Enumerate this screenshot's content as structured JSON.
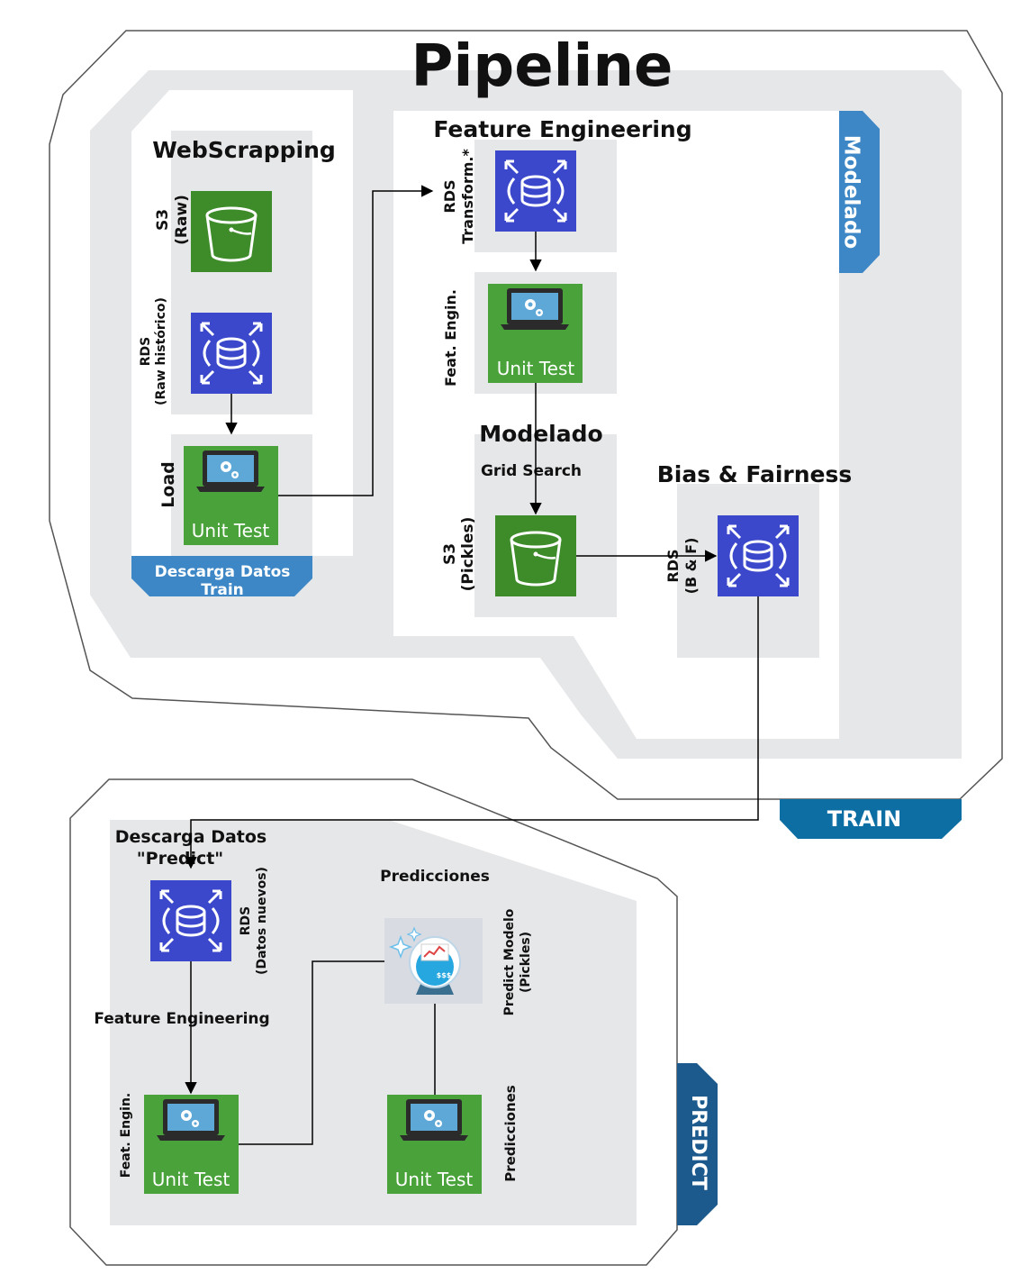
{
  "title": "Pipeline",
  "train": {
    "badge": "TRAIN",
    "modelado_tab": "Modelado",
    "descarga_tab_line1": "Descarga Datos",
    "descarga_tab_line2": "Train",
    "webscrapping": {
      "title": "WebScrapping",
      "s3_line1": "S3",
      "s3_line2": "(Raw)",
      "rds_line1": "RDS",
      "rds_line2": "(Raw histórico)",
      "load_label": "Load",
      "unit_test": "Unit Test"
    },
    "feature_engineering": {
      "title": "Feature Engineering",
      "rds_line1": "RDS",
      "rds_line2": "Transform.*",
      "feat_label": "Feat. Engin.",
      "unit_test": "Unit Test"
    },
    "modelado": {
      "title": "Modelado",
      "grid_search": "Grid Search",
      "s3_line1": "S3",
      "s3_line2": "(Pickles)"
    },
    "bias_fairness": {
      "title": "Bias & Fairness",
      "rds_line1": "RDS",
      "rds_line2": "(B & F)"
    }
  },
  "predict": {
    "badge": "PREDICT",
    "descarga_line1": "Descarga Datos",
    "descarga_line2": "\"Predict\"",
    "rds_line1": "RDS",
    "rds_line2": "(Datos nuevos)",
    "feature_engineering": "Feature Engineering",
    "feat_label": "Feat. Engin.",
    "unit_test_fe": "Unit Test",
    "predicciones_title": "Predicciones",
    "predict_model_line1": "Predict Modelo",
    "predict_model_line2": "(Pickles)",
    "predicciones_label": "Predicciones",
    "unit_test_pred": "Unit Test",
    "money_label": "$$$"
  },
  "colors": {
    "rds_blue": "#3c48cc",
    "s3_green": "#3e8b29",
    "unit_test_green": "#4aa23a",
    "panel_gray": "#e6e7e9",
    "tab_blue": "#3d87c6",
    "badge_blue": "#0d6ea3",
    "predict_badge": "#1c5a8e"
  }
}
